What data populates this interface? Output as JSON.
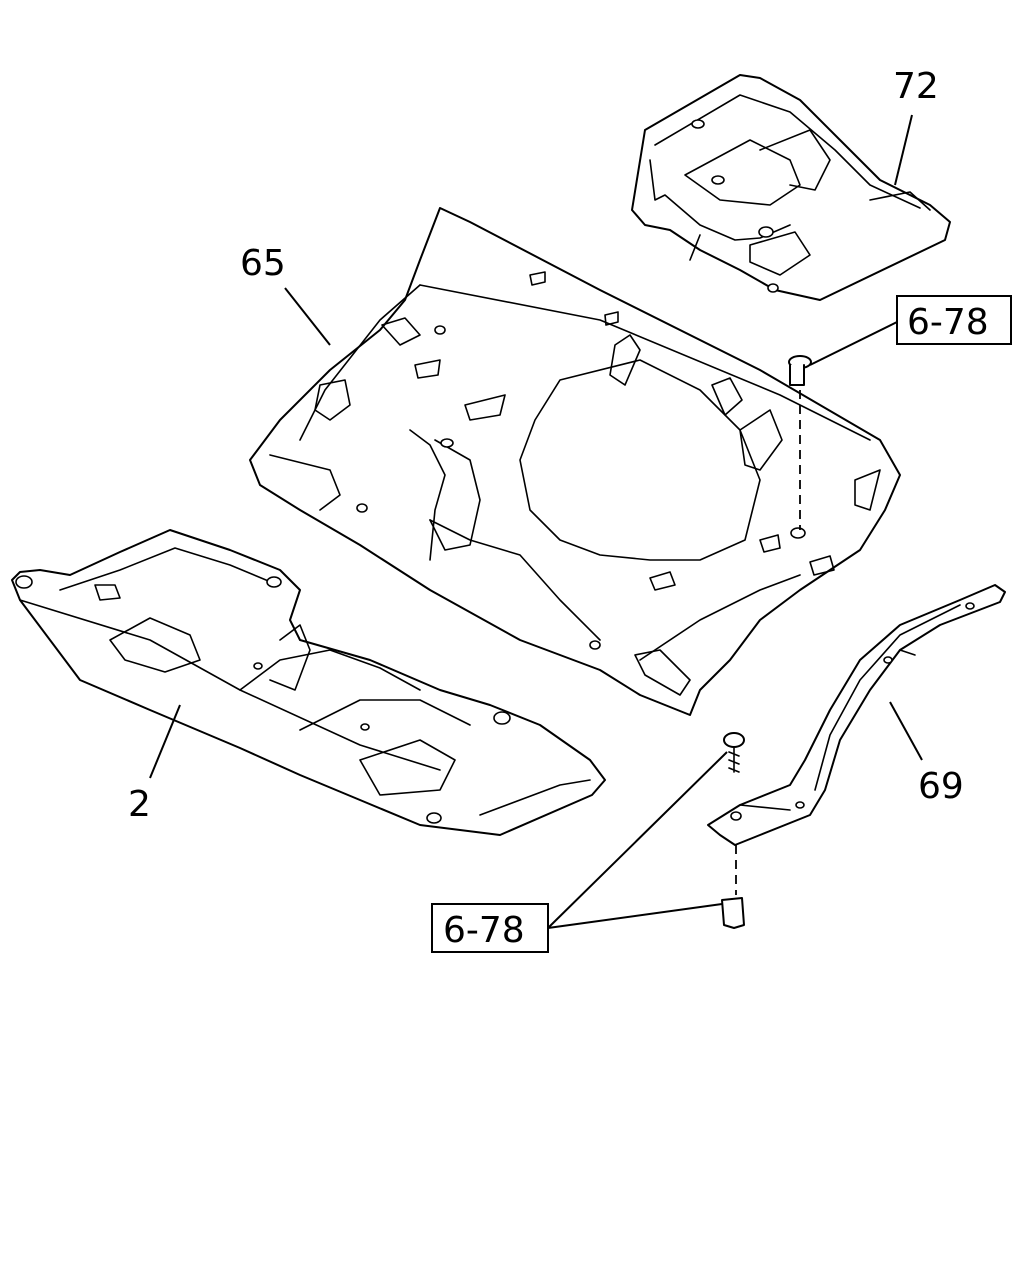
{
  "callouts": {
    "part_72": "72",
    "part_65": "65",
    "part_2": "2",
    "part_69": "69"
  },
  "references": {
    "ref_top": "6-78",
    "ref_bottom": "6-78"
  }
}
